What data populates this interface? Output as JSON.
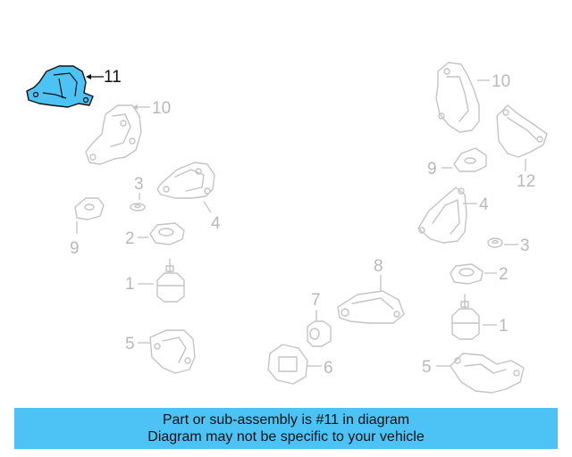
{
  "diagram": {
    "highlighted_part": "11",
    "callouts": [
      {
        "id": "c11",
        "label": "11",
        "highlighted": true
      },
      {
        "id": "c10a",
        "label": "10"
      },
      {
        "id": "c3a",
        "label": "3"
      },
      {
        "id": "c4a",
        "label": "4"
      },
      {
        "id": "c9a",
        "label": "9"
      },
      {
        "id": "c2a",
        "label": "2"
      },
      {
        "id": "c1a",
        "label": "1"
      },
      {
        "id": "c5a",
        "label": "5"
      },
      {
        "id": "c7",
        "label": "7"
      },
      {
        "id": "c8",
        "label": "8"
      },
      {
        "id": "c6",
        "label": "6"
      },
      {
        "id": "c10b",
        "label": "10"
      },
      {
        "id": "c9b",
        "label": "9"
      },
      {
        "id": "c12",
        "label": "12"
      },
      {
        "id": "c4b",
        "label": "4"
      },
      {
        "id": "c3b",
        "label": "3"
      },
      {
        "id": "c2b",
        "label": "2"
      },
      {
        "id": "c1b",
        "label": "1"
      },
      {
        "id": "c5b",
        "label": "5"
      }
    ],
    "colors": {
      "highlight": "#4dc3f5",
      "inactive": "#c4c4c4",
      "active_text": "#111111"
    }
  },
  "banner": {
    "line1": "Part or sub-assembly is #11 in diagram",
    "line2": "Diagram may not be specific to your vehicle"
  }
}
